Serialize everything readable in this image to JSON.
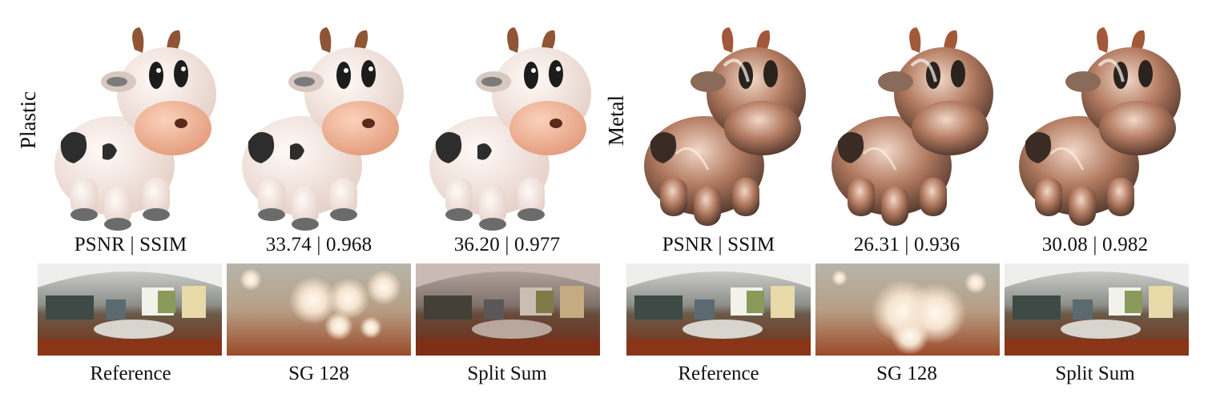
{
  "figure": {
    "rows": [
      "Plastic",
      "Metal"
    ],
    "groups": [
      {
        "material": "Plastic",
        "panels": [
          {
            "metric": "PSNR | SSIM",
            "caption": "Reference",
            "env": "reference"
          },
          {
            "metric": "33.74 | 0.968",
            "caption": "SG 128",
            "env": "sg"
          },
          {
            "metric": "36.20 | 0.977",
            "caption": "Split Sum",
            "env": "splitsum"
          }
        ]
      },
      {
        "material": "Metal",
        "panels": [
          {
            "metric": "PSNR | SSIM",
            "caption": "Reference",
            "env": "reference"
          },
          {
            "metric": "26.31 | 0.936",
            "caption": "SG 128",
            "env": "sg"
          },
          {
            "metric": "30.08 | 0.982",
            "caption": "Split Sum",
            "env": "splitsum"
          }
        ]
      }
    ]
  },
  "colors": {
    "plastic_body": "#f3e6e0",
    "plastic_snout": "#f0b497",
    "plastic_horn": "#9a5a3a",
    "metal_body": "#b98a74",
    "metal_dark": "#4a3a30",
    "floor": "#7a2e14"
  }
}
